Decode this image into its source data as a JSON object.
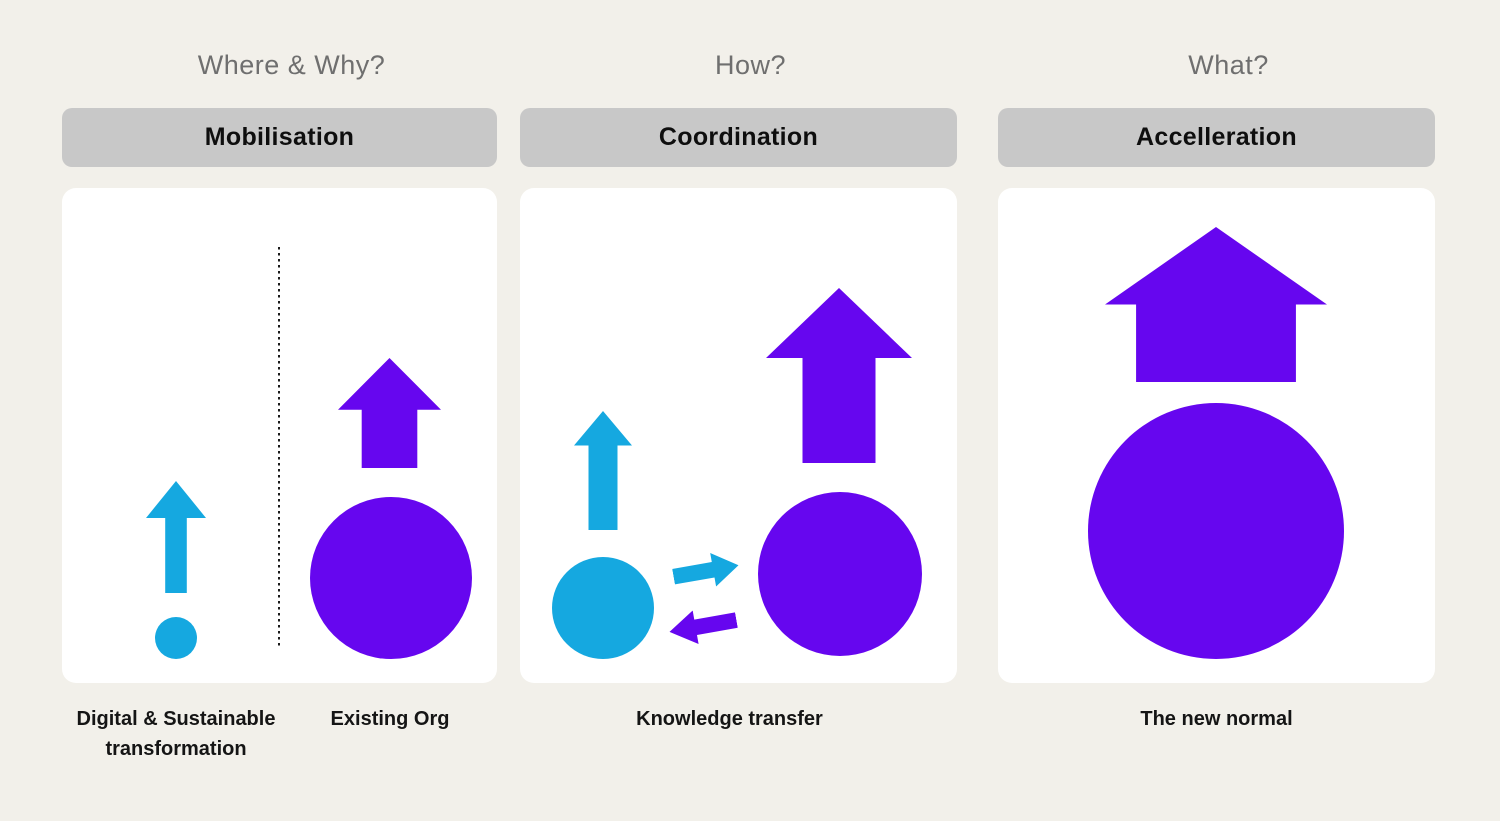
{
  "colors": {
    "background": "#F2F0EA",
    "card_bg": "#FFFFFF",
    "bar_bg": "#C8C8C8",
    "question_text": "#6F6F6F",
    "title_text": "#0E0E0E",
    "label_text": "#151515",
    "cyan": "#15A8E0",
    "purple": "#6606EF",
    "divider": "#1A1A1A"
  },
  "columns": [
    {
      "question": "Where & Why?",
      "title": "Mobilisation",
      "labels": {
        "left": "Digital & Sustainable transformation",
        "right": "Existing Org"
      }
    },
    {
      "question": "How?",
      "title": "Coordination",
      "labels": {
        "center": "Knowledge transfer"
      }
    },
    {
      "question": "What?",
      "title": "Accelleration",
      "labels": {
        "center": "The new normal"
      }
    }
  ]
}
